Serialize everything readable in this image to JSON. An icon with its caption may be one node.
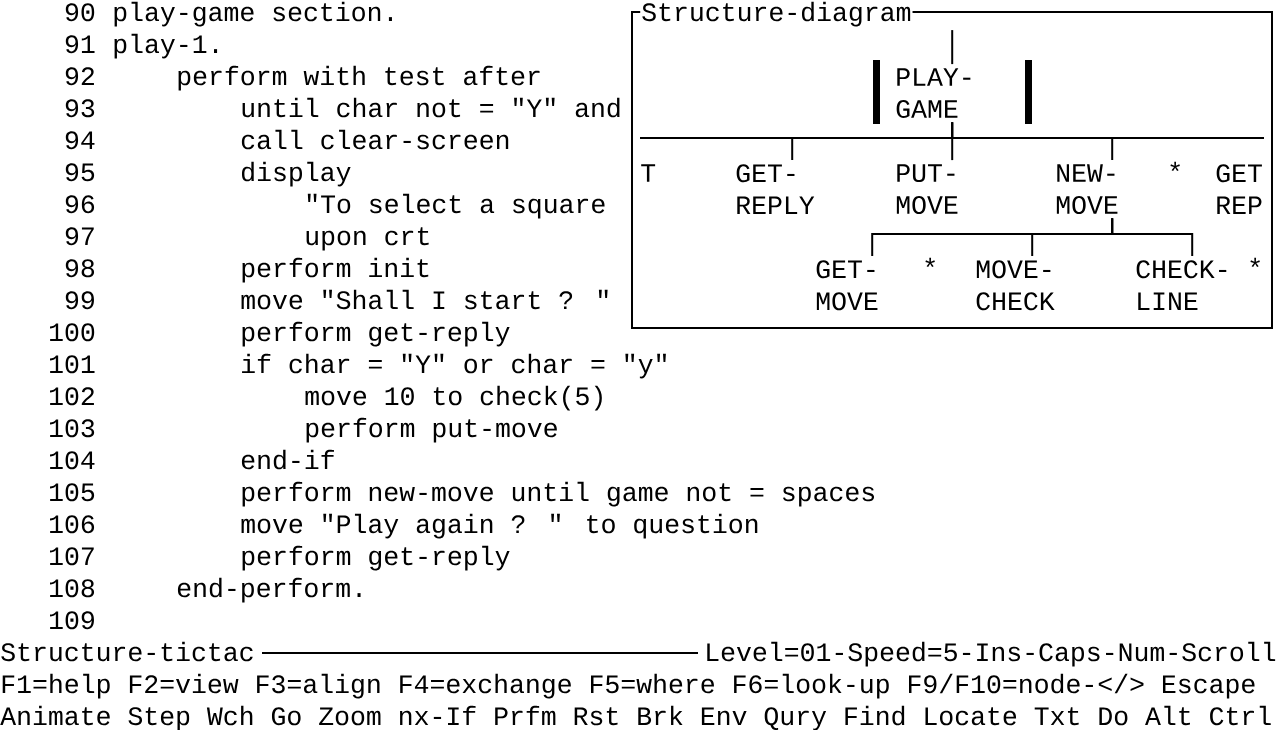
{
  "diagram": {
    "nodes": [
      {
        "text": [
          "Structure-diagram"
        ]
      },
      {
        "text": [
          "PLAY- GAME"
        ],
        "in": 0
      },
      {
        "text": [
          "T"
        ],
        "in": 0
      },
      {
        "text": [
          "GET- REPLY"
        ],
        "in": 0
      },
      {
        "text": [
          "PUT- MOVE"
        ],
        "in": 0
      },
      {
        "text": [
          "NEW- MOVE"
        ],
        "in": 0,
        "beside": [
          "*"
        ]
      },
      {
        "text": [
          "GET REP"
        ],
        "in": 0
      },
      {
        "text": [
          "GET- MOVE"
        ],
        "in": 0,
        "beside": [
          "*"
        ]
      },
      {
        "text": [
          "MOVE- CHECK"
        ],
        "in": 0
      },
      {
        "text": [
          "CHECK- LINE"
        ],
        "in": 0,
        "beside": [
          "*"
        ]
      }
    ],
    "edges": [
      {
        "from": null,
        "to": 1,
        "arrow": "none"
      },
      {
        "from": 1,
        "to": 3,
        "arrow": "none"
      },
      {
        "from": 1,
        "to": 4,
        "arrow": "none"
      },
      {
        "from": 1,
        "to": 5,
        "arrow": "none"
      },
      {
        "from": 5,
        "to": 7,
        "arrow": "none"
      },
      {
        "from": 5,
        "to": 8,
        "arrow": "none"
      },
      {
        "from": 5,
        "to": 9,
        "arrow": "none"
      }
    ],
    "labels": [
      "90",
      "play-game section.",
      "91",
      "play-1.",
      "92",
      "perform with test after",
      "93",
      "until char not = \"Y\" and",
      "94",
      "call clear-screen",
      "95",
      "display",
      "96",
      "\"To select a square",
      "97",
      "upon crt",
      "98",
      "perform init",
      "99",
      "move \"Shall I start ? \"",
      "100",
      "perform get-reply",
      "101",
      "if char = \"Y\" or char = \"y\"",
      "102",
      "move 10 to check(5)",
      "103",
      "perform put-move",
      "104",
      "end-if",
      "105",
      "perform new-move until game not = spaces",
      "106",
      "move \"Play again ?    \" to question",
      "107",
      "perform get-reply",
      "108",
      "end-perform.",
      "109",
      "Structure-tictac",
      "Level=01-Speed=5-Ins-Caps-Num-Scroll",
      "F1=help F2=view F3=align F4=exchange F5=where F6=look-up  F9/F10=node-</> Escape",
      "Animate Step Wch Go Zoom nx-If Prfm Rst Brk Env Qury Find Locate Txt Do Alt Ctrl"
    ]
  }
}
